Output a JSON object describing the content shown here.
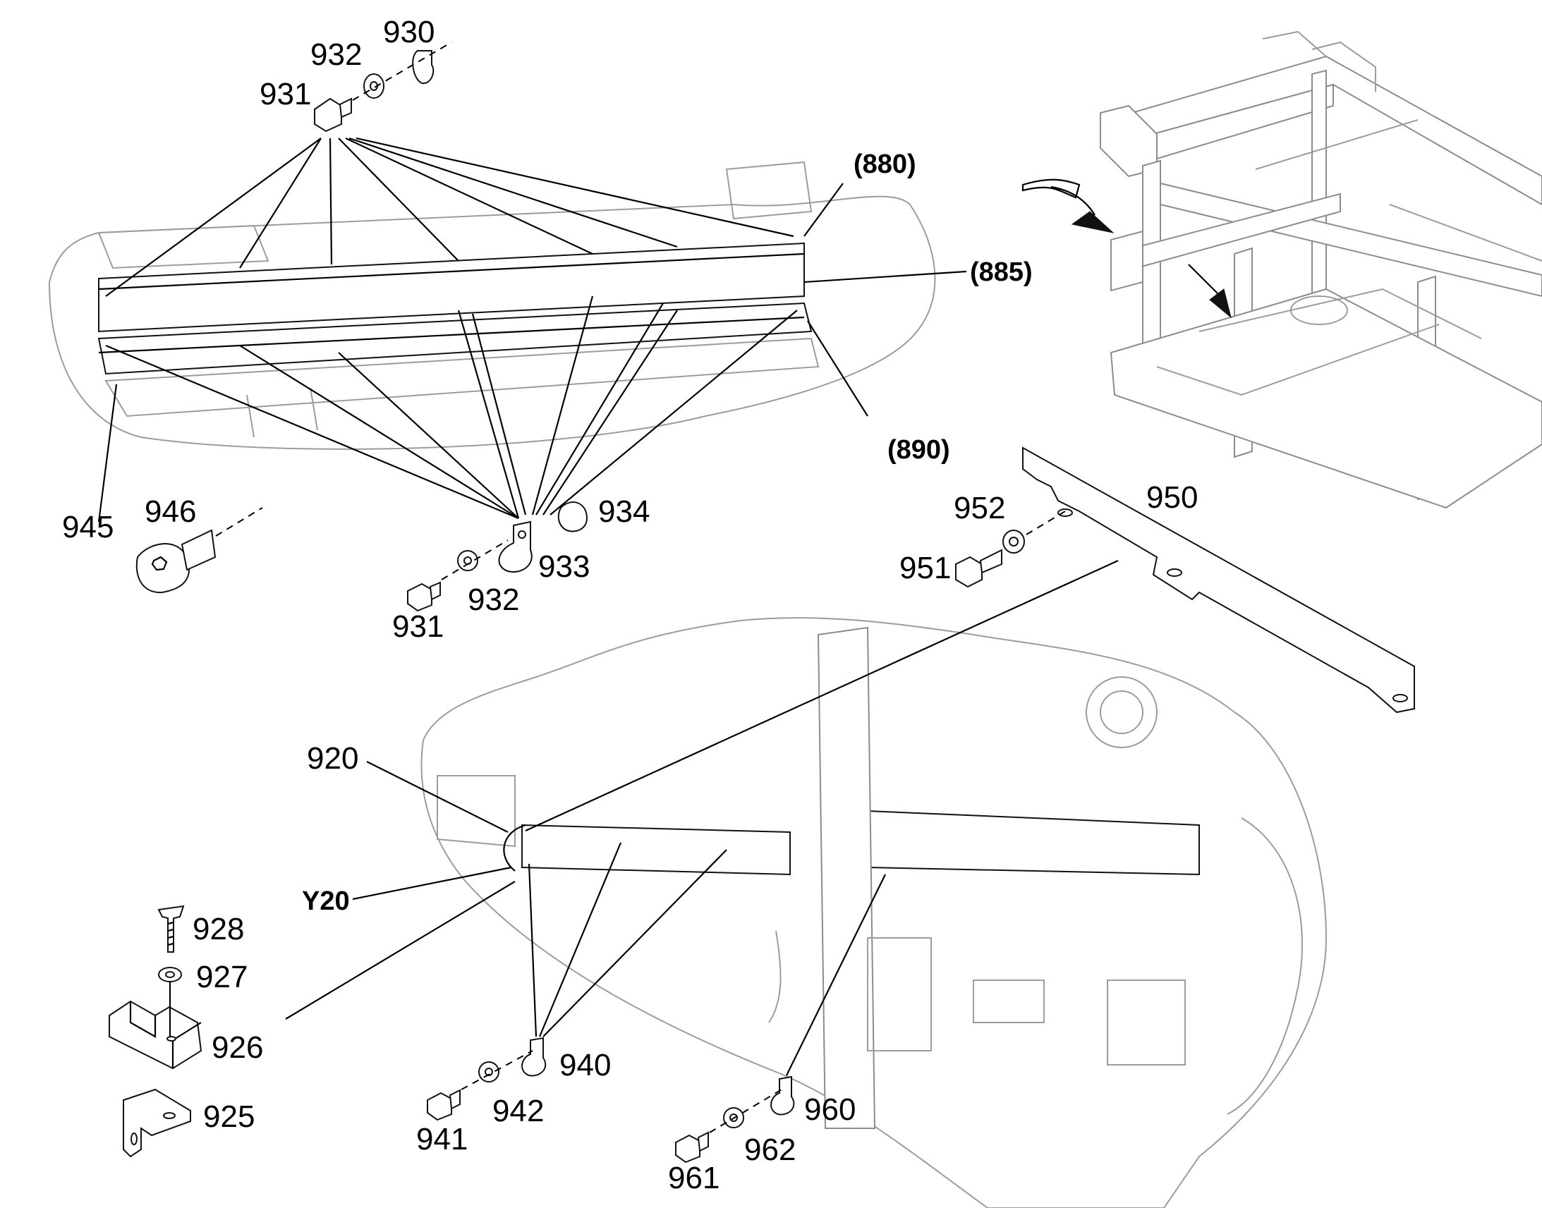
{
  "diagram": {
    "callouts": {
      "c930": "930",
      "c932_top": "932",
      "c931_top": "931",
      "c880": "(880)",
      "c885": "(885)",
      "c890": "(890)",
      "c945": "945",
      "c946": "946",
      "c934": "934",
      "c933": "933",
      "c932_mid": "932",
      "c931_mid": "931",
      "c950": "950",
      "c952": "952",
      "c951": "951",
      "c920": "920",
      "cY20": "Y20",
      "c928": "928",
      "c927": "927",
      "c926": "926",
      "c925": "925",
      "c940": "940",
      "c942": "942",
      "c941": "941",
      "c960": "960",
      "c962": "962",
      "c961": "961"
    }
  }
}
